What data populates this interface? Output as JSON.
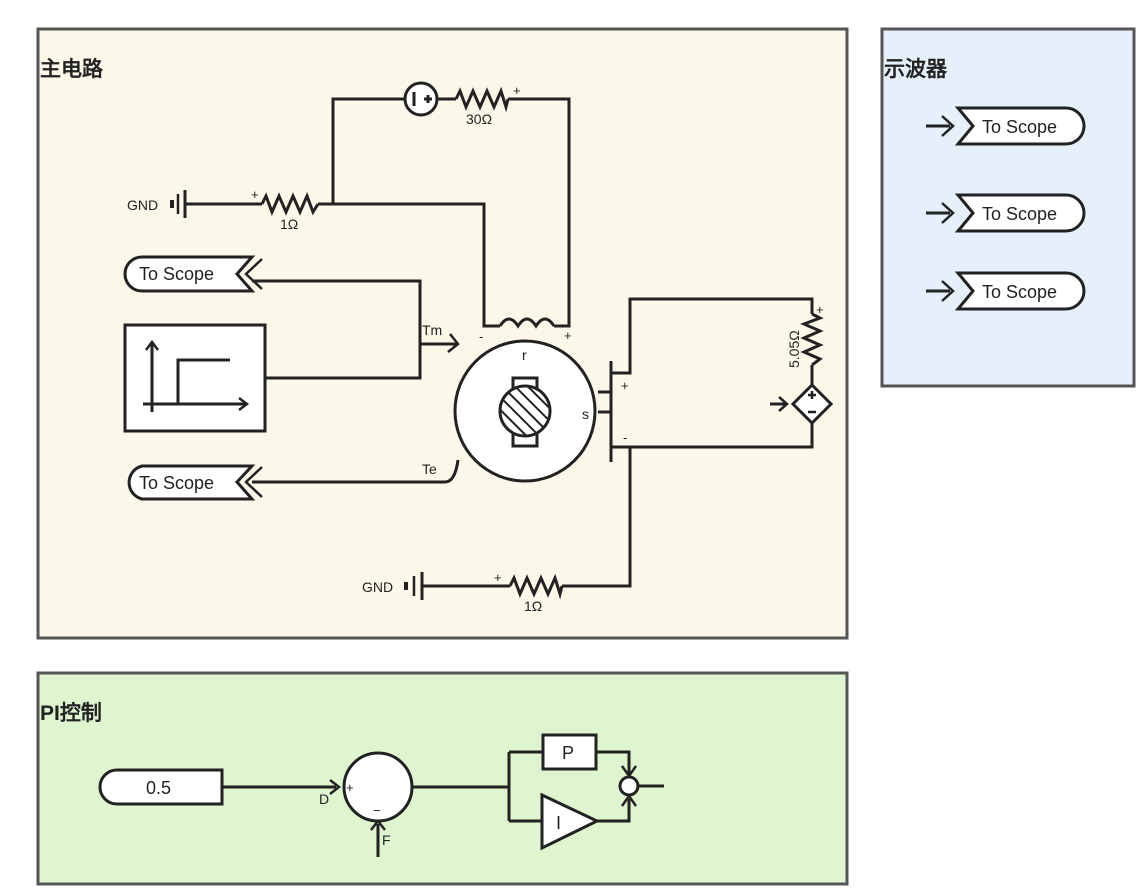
{
  "groups": {
    "main": {
      "title": "主电路",
      "fill": "#fbf8ea",
      "stroke": "#555555"
    },
    "scope": {
      "title": "示波器",
      "fill": "#e6f0fb",
      "stroke": "#555555"
    },
    "pi": {
      "title": "PI控制",
      "fill": "#def5cf",
      "stroke": "#555555"
    }
  },
  "main": {
    "gnd_top": "GND",
    "gnd_bottom": "GND",
    "r_top_left": "1Ω",
    "r_top_source": "30Ω",
    "r_right": "5.05Ω",
    "r_bottom": "1Ω",
    "tag_tm": "To Scope",
    "tag_te": "To Scope",
    "port_tm": "Tm",
    "port_te": "Te",
    "port_r": "r",
    "port_s": "s",
    "plus": "+",
    "minus": "-"
  },
  "scope": {
    "tags": [
      "To Scope",
      "To Scope",
      "To Scope"
    ]
  },
  "pi": {
    "const_value": "0.5",
    "port_d": "D",
    "port_f": "F",
    "p_label": "P",
    "i_label": "I",
    "plus": "+",
    "minus": "−"
  }
}
